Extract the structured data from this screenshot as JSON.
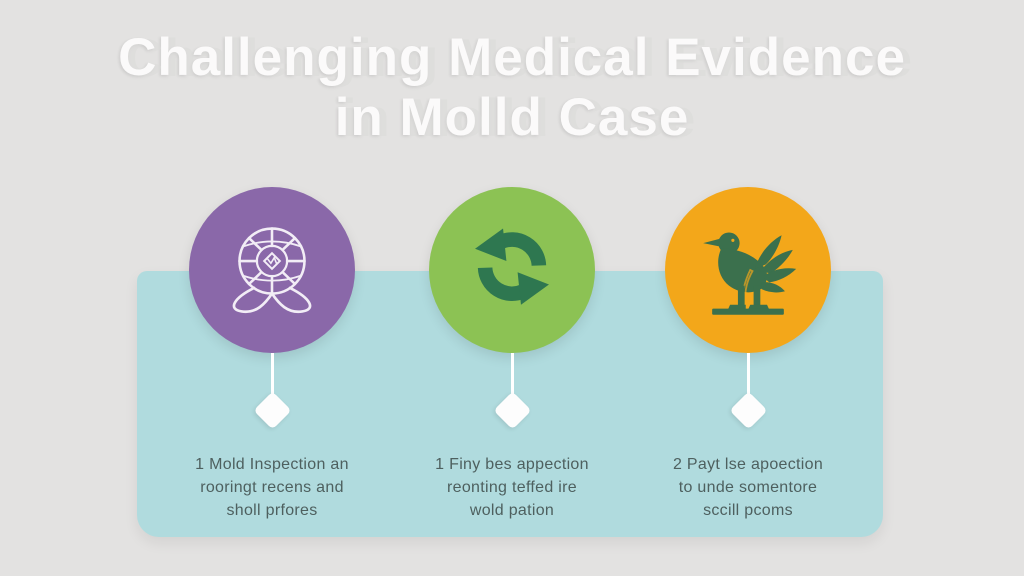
{
  "title": {
    "line1": "Challenging Medical Evidence",
    "line2": "in Molld Case"
  },
  "colors": {
    "background": "#e3e2e1",
    "panel": "#b0dbde",
    "title_text": "#fbfafa",
    "body_text": "#4e605f",
    "connector": "#ffffff",
    "diamond": "#fdfdfd"
  },
  "steps": [
    {
      "id": "step-1",
      "icon": "wireframe-globe-swirl-icon",
      "circle_color": "#8a68a9",
      "icon_color": "#f2edf6",
      "lines": [
        "1 Mold Inspection an",
        "rooringt recens and",
        "sholl prfores"
      ]
    },
    {
      "id": "step-2",
      "icon": "cycle-arrows-icon",
      "circle_color": "#8cc254",
      "icon_color": "#2e7750",
      "lines": [
        "1 Finy bes appection",
        "reonting teffed ire",
        "wold pation"
      ]
    },
    {
      "id": "step-3",
      "icon": "duck-icon",
      "circle_color": "#f3a71a",
      "icon_color": "#3b704d",
      "lines": [
        "2 Payt lse apoection",
        "to unde somentore",
        "sccill pcoms"
      ]
    }
  ]
}
